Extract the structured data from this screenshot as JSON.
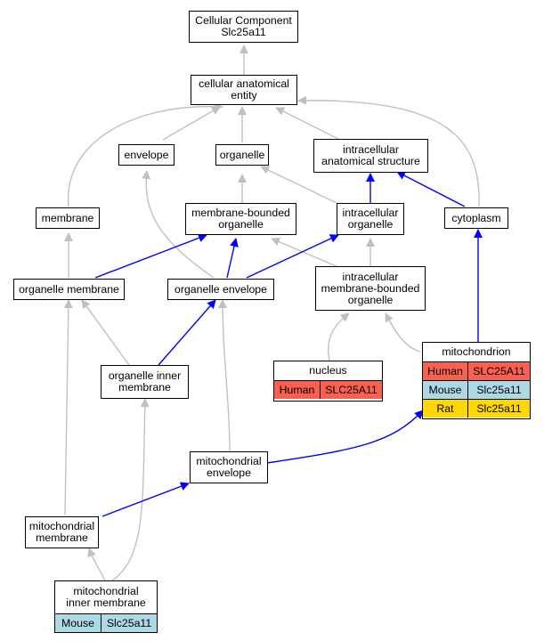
{
  "colors": {
    "grey_edge": "#c0c0c0",
    "blue_edge": "#0000ff",
    "human": "#fa6050",
    "mouse": "#add8e6",
    "rat": "#ffd700"
  },
  "nodes": {
    "root": "Cellular Component\nSlc25a11",
    "cae": "cellular anatomical\nentity",
    "envelope": "envelope",
    "organelle": "organelle",
    "ias": "intracellular\nanatomical structure",
    "membrane": "membrane",
    "mbo": "membrane-bounded\norganelle",
    "io": "intracellular\norganelle",
    "cytoplasm": "cytoplasm",
    "om": "organelle membrane",
    "oe": "organelle envelope",
    "imbo": "intracellular\nmembrane-bounded\norganelle",
    "oim": "organelle inner\nmembrane",
    "me": "mitochondrial\nenvelope",
    "mm": "mitochondrial\nmembrane"
  },
  "nucleus": {
    "title": "nucleus",
    "rows": [
      {
        "species": "Human",
        "gene": "SLC25A11"
      }
    ]
  },
  "mitochondrion": {
    "title": "mitochondrion",
    "rows": [
      {
        "species": "Human",
        "gene": "SLC25A11"
      },
      {
        "species": "Mouse",
        "gene": "Slc25a11"
      },
      {
        "species": "Rat",
        "gene": "Slc25a11"
      }
    ]
  },
  "mim": {
    "title": "mitochondrial\ninner membrane",
    "rows": [
      {
        "species": "Mouse",
        "gene": "Slc25a11"
      }
    ]
  }
}
